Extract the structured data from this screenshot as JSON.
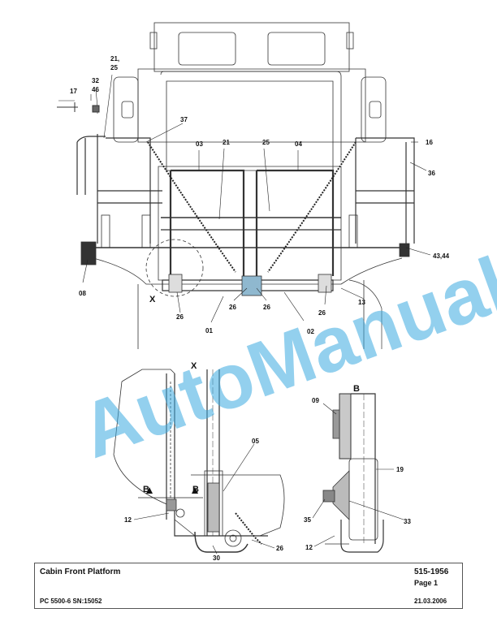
{
  "watermark": "AutoManual",
  "title_block": {
    "title": "Cabin Front Platform",
    "doc_number": "515-1956",
    "page": "Page 1",
    "model": "PC 5500-6 SN:15052",
    "date": "21.03.2006"
  },
  "callouts": {
    "c17": "17",
    "c21_25": "21,\n25",
    "c32_46": "32\n46",
    "c37": "37",
    "c03": "03",
    "c21": "21",
    "c25": "25",
    "c04": "04",
    "c16": "16",
    "c36": "36",
    "c43_44": "43,44",
    "c08": "08",
    "c26a": "26",
    "c26b": "26",
    "c26c": "26",
    "c26d": "26",
    "c13": "13",
    "c01": "01",
    "c02": "02",
    "cX1": "X",
    "cX2": "X",
    "c05": "05",
    "cB1": "B",
    "cB2": "B",
    "cB3": "B",
    "c12a": "12",
    "c30": "30",
    "c26e": "26",
    "c09": "09",
    "c19": "19",
    "c35": "35",
    "c33": "33",
    "c12b": "12"
  }
}
